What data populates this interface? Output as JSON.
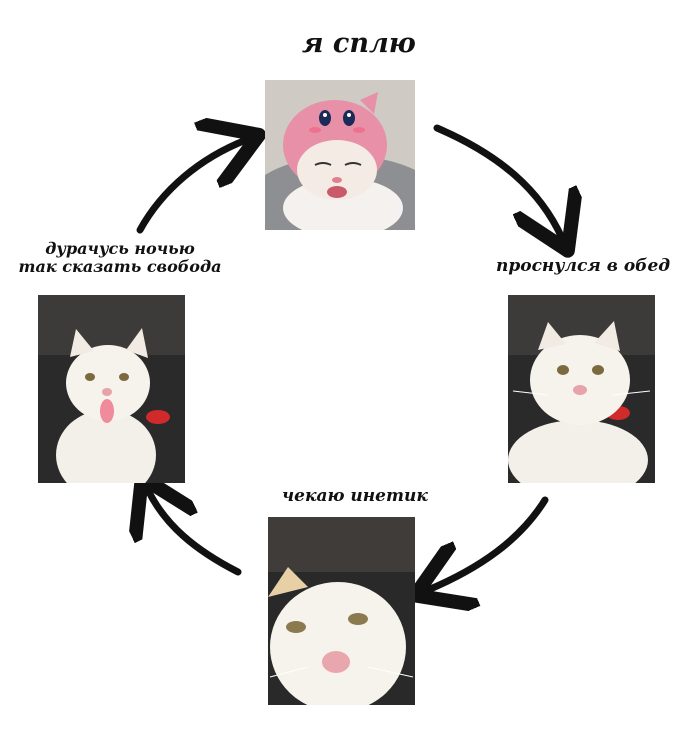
{
  "labels": {
    "sleep": "я сплю",
    "woke": "проснулся в обед",
    "waiting": "чекаю инетик",
    "fooling_line1": "дурачусь ночью",
    "fooling_line2": "так сказать свобода"
  },
  "photos": {
    "sleep": "cat sleeping in pink hat",
    "woke": "cat looking up",
    "waiting": "cat close-up",
    "fooling": "cat with tongue out"
  },
  "colors": {
    "text": "#111111",
    "arrow": "#111111",
    "background": "#ffffff"
  },
  "icons": [
    "arrow-icon"
  ]
}
